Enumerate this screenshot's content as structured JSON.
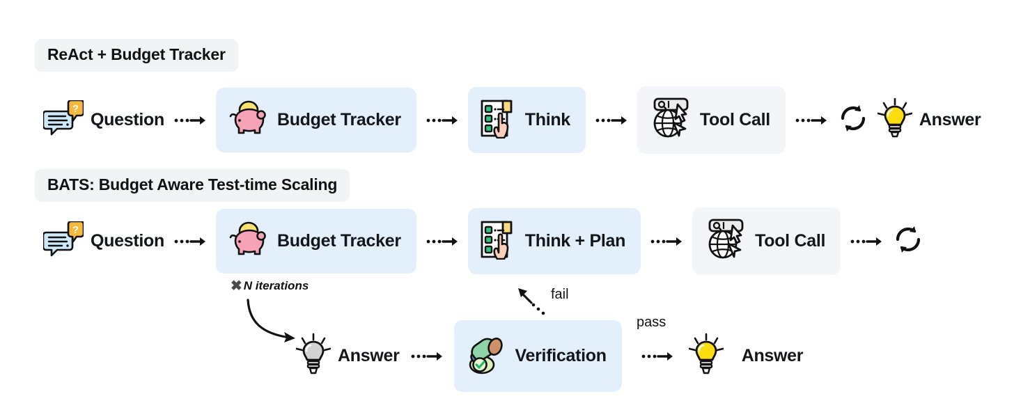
{
  "figure": {
    "sections": [
      {
        "id": "react-budget-tracker",
        "title": "ReAct + Budget Tracker",
        "steps": [
          {
            "label": "Question",
            "icon": "question-bubble-icon",
            "boxed": false,
            "box_color": ""
          },
          {
            "label": "Budget Tracker",
            "icon": "piggy-bank-icon",
            "boxed": true,
            "box_color": "#e3f0fc"
          },
          {
            "label": "Think",
            "icon": "checklist-hand-icon",
            "boxed": true,
            "box_color": "#e3f0fc"
          },
          {
            "label": "Tool Call",
            "icon": "search-globe-cursor-icon",
            "boxed": true,
            "box_color": "#f4f5f8"
          },
          {
            "label": "",
            "icon": "loop-refresh-icon",
            "boxed": false,
            "box_color": ""
          },
          {
            "label": "Answer",
            "icon": "lightbulb-on-icon",
            "boxed": false,
            "box_color": ""
          }
        ]
      },
      {
        "id": "bats",
        "title": "BATS: Budget Aware Test-time Scaling",
        "steps": [
          {
            "label": "Question",
            "icon": "question-bubble-icon",
            "boxed": false,
            "box_color": ""
          },
          {
            "label": "Budget Tracker",
            "icon": "piggy-bank-icon",
            "boxed": true,
            "box_color": "#e3f0fc"
          },
          {
            "label": "Think + Plan",
            "icon": "checklist-hand-icon",
            "boxed": true,
            "box_color": "#e3f0fc"
          },
          {
            "label": "Tool Call",
            "icon": "search-globe-cursor-icon",
            "boxed": true,
            "box_color": "#f4f5f8"
          },
          {
            "label": "",
            "icon": "loop-refresh-icon",
            "boxed": false,
            "box_color": ""
          }
        ],
        "second_row": [
          {
            "label": "Answer",
            "icon": "lightbulb-off-icon",
            "boxed": false,
            "box_color": ""
          },
          {
            "label": "Verification",
            "icon": "stamp-check-icon",
            "boxed": true,
            "box_color": "#e3f0fc"
          },
          {
            "label": "Answer",
            "icon": "lightbulb-on-icon",
            "boxed": false,
            "box_color": ""
          }
        ],
        "annotations": {
          "iterations": "N iterations",
          "iterations_multiplier": "✖",
          "fail": "fail",
          "pass": "pass"
        }
      }
    ]
  },
  "colors": {
    "box_blue": "#e3f0fc",
    "box_gray": "#f4f5f8",
    "pill_gray": "#f1f3f5",
    "piggy_pink": "#f6a3b8",
    "coin_yellow": "#fbe372",
    "bulb_yellow": "#fbdd10",
    "bulb_gray": "#d3d3d3",
    "check_green": "#22b573",
    "text": "#111111"
  }
}
